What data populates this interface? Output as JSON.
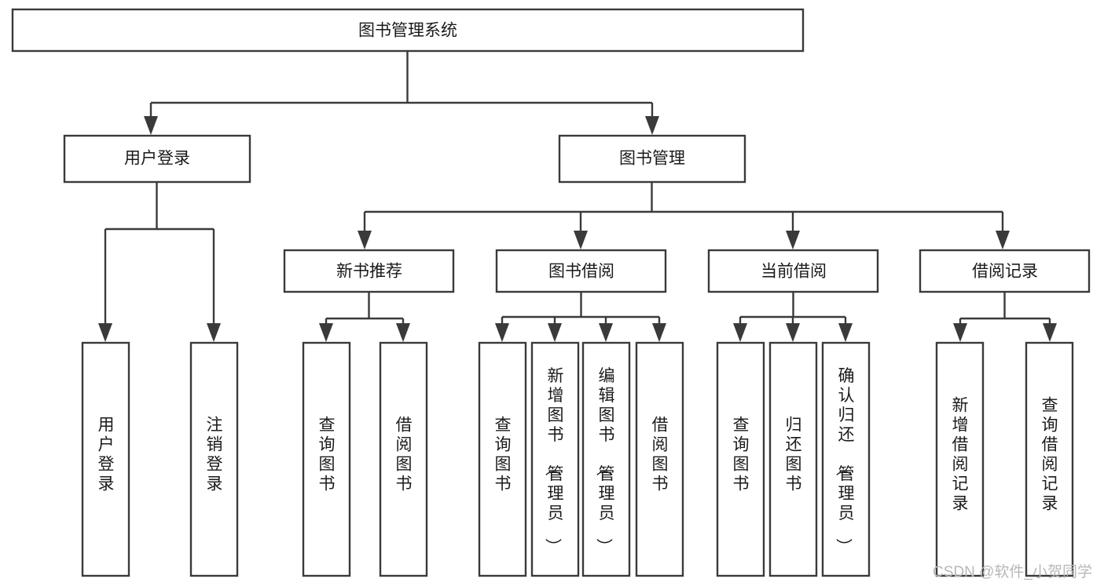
{
  "diagram": {
    "title": "图书管理系统",
    "type": "tree-hierarchy",
    "root": {
      "label": "图书管理系统"
    },
    "level1": [
      {
        "label": "用户登录"
      },
      {
        "label": "图书管理"
      }
    ],
    "level2": [
      {
        "label": "新书推荐"
      },
      {
        "label": "图书借阅"
      },
      {
        "label": "当前借阅"
      },
      {
        "label": "借阅记录"
      }
    ],
    "leaves": {
      "user_login": [
        {
          "label": "用户登录"
        },
        {
          "label": "注销登录"
        }
      ],
      "new_book_recommend": [
        {
          "label": "查询图书"
        },
        {
          "label": "借阅图书"
        }
      ],
      "book_borrow": [
        {
          "label": "查询图书"
        },
        {
          "label": "新增图书（管理员）"
        },
        {
          "label": "编辑图书（管理员）"
        },
        {
          "label": "借阅图书"
        }
      ],
      "current_borrow": [
        {
          "label": "查询图书"
        },
        {
          "label": "归还图书"
        },
        {
          "label": "确认归还（管理员）"
        }
      ],
      "borrow_record": [
        {
          "label": "新增借阅记录"
        },
        {
          "label": "查询借阅记录"
        }
      ]
    }
  },
  "watermark": {
    "text": "CSDN @软件_小贺同学"
  },
  "colors": {
    "box_stroke": "#3a3a3a",
    "box_fill": "#ffffff",
    "text": "#1a1a1a",
    "watermark": "#b8b8b8",
    "background": "#ffffff"
  }
}
